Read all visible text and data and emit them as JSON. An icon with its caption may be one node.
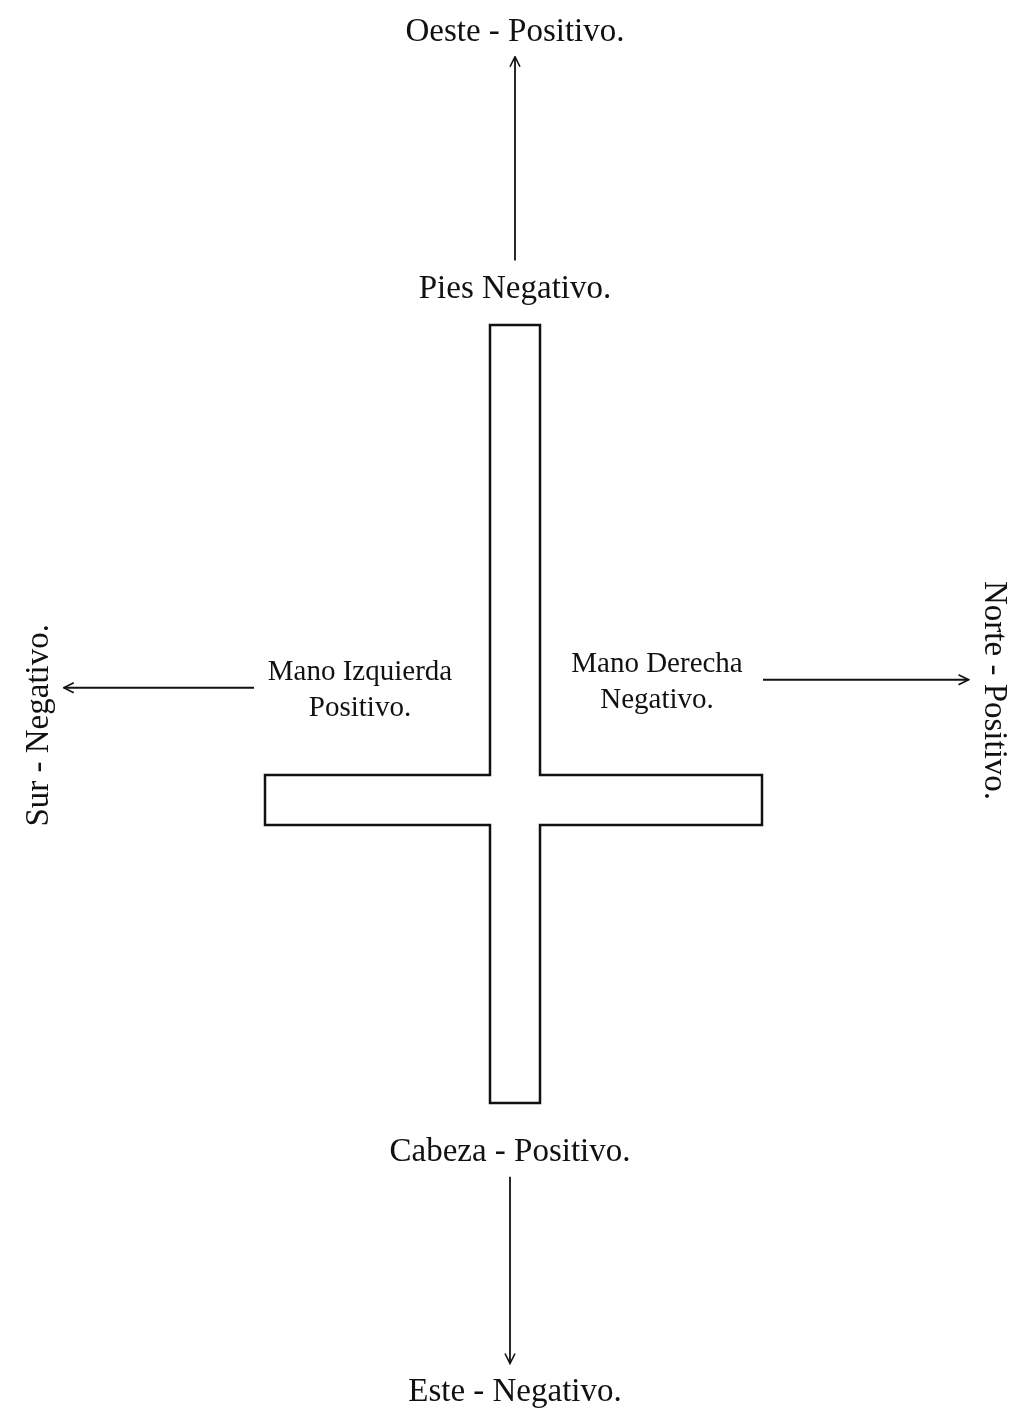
{
  "diagram": {
    "nodes": [
      {
        "text": [
          "Oeste - Positivo."
        ]
      },
      {
        "text": [
          "Pies Negativo."
        ]
      },
      {
        "text": [
          "Mano Izquierda Positivo."
        ]
      },
      {
        "text": [
          "Mano Derecha Negativo."
        ]
      },
      {
        "text": [
          "Sur - Negativo."
        ]
      },
      {
        "text": [
          "Norte - Positivo."
        ]
      },
      {
        "text": [
          "Cabeza - Positivo."
        ]
      },
      {
        "text": [
          "Este - Negativo."
        ]
      }
    ],
    "edges": [
      {
        "from": 1,
        "to": 0,
        "arrow": "to"
      },
      {
        "from": 2,
        "to": 4,
        "arrow": "to"
      },
      {
        "from": 3,
        "to": 5,
        "arrow": "to"
      },
      {
        "from": 6,
        "to": 7,
        "arrow": "to"
      }
    ]
  }
}
